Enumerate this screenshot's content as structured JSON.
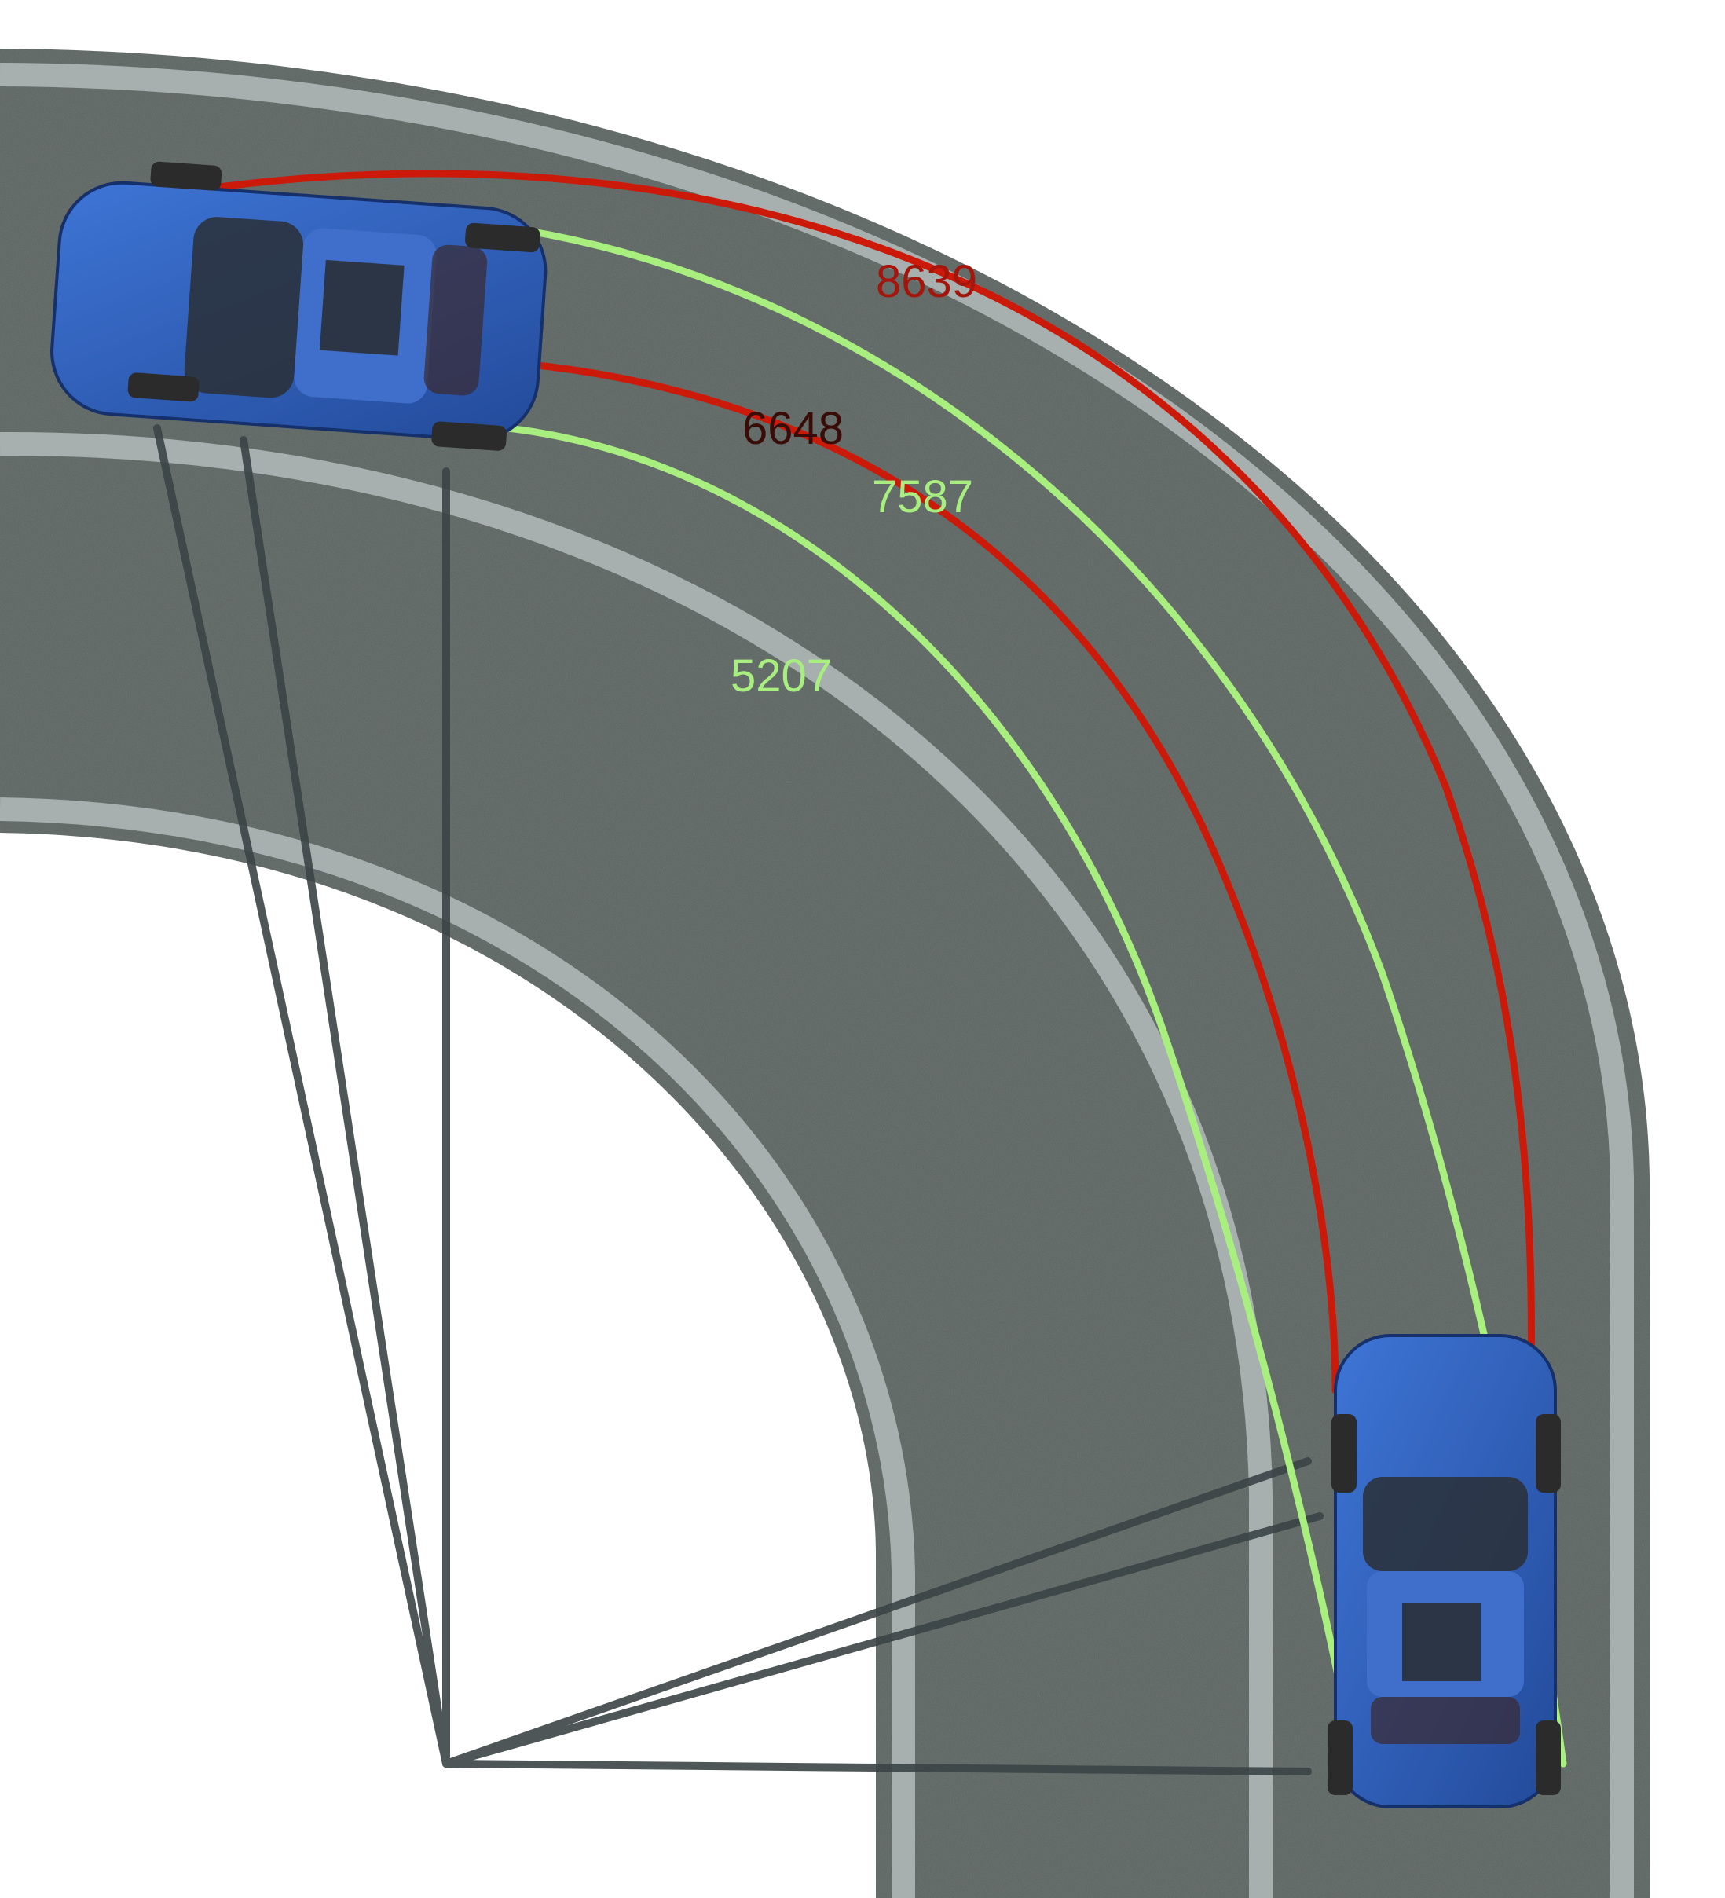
{
  "radius_labels": {
    "outer_front": "8639",
    "inner_rear": "6648",
    "outer_rear": "7587",
    "inner_front": "5207"
  },
  "colors": {
    "background": "#ffffff",
    "road_asphalt": "#59615e",
    "lane_marking": "#a7b0ae",
    "front_wheel_track": "#cc1a0a",
    "rear_wheel_track": "#a8ef80",
    "construction_lines": "#3b4446",
    "car_body": "#2f5fbf",
    "label_8639": "#a4150b",
    "label_6648": "#3a0c08",
    "label_7587": "#a8ef80",
    "label_5207": "#a8ef80"
  }
}
